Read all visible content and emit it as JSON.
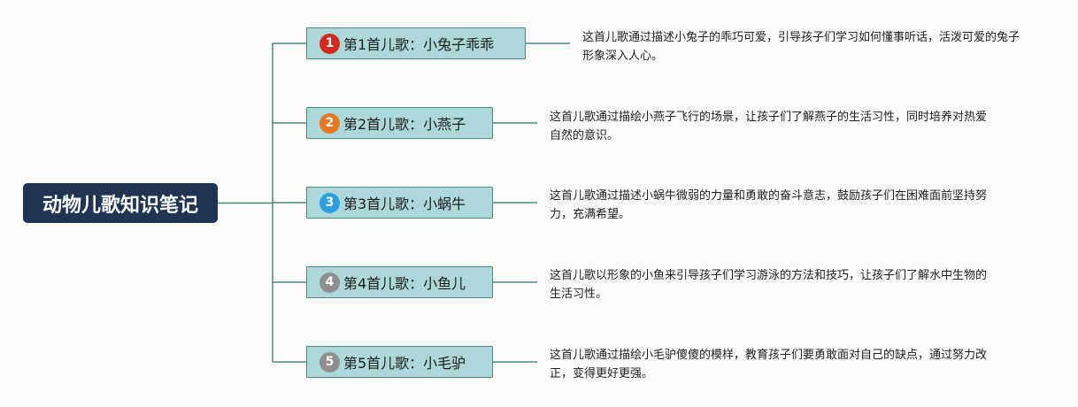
{
  "root": {
    "label": "动物儿歌知识笔记"
  },
  "branches": [
    {
      "number": "1",
      "label": "第1首儿歌：小兔子乖乖",
      "badge_color": "#d42a1e",
      "note": "这首儿歌通过描述小兔子的乖巧可爱，引导孩子们学习如何懂事听话，活泼可爱的兔子形象深入人心。"
    },
    {
      "number": "2",
      "label": "第2首儿歌：小燕子",
      "badge_color": "#e87722",
      "note": "这首儿歌通过描绘小燕子飞行的场景，让孩子们了解燕子的生活习性，同时培养对热爱自然的意识。"
    },
    {
      "number": "3",
      "label": "第3首儿歌：小蜗牛",
      "badge_color": "#2e9ee0",
      "note": "这首儿歌通过描述小蜗牛微弱的力量和勇敢的奋斗意志，鼓励孩子们在困难面前坚持努力，充满希望。"
    },
    {
      "number": "4",
      "label": "第4首儿歌：小鱼儿",
      "badge_color": "#8e8e8e",
      "note": "这首儿歌以形象的小鱼来引导孩子们学习游泳的方法和技巧，让孩子们了解水中生物的生活习性。"
    },
    {
      "number": "5",
      "label": "第5首儿歌：小毛驴",
      "badge_color": "#8e8e8e",
      "note": "这首儿歌通过描绘小毛驴傻傻的模样，教育孩子们要勇敢面对自己的缺点，通过努力改正，变得更好更强。"
    }
  ],
  "colors": {
    "root_bg": "#1f3552",
    "branch_bg": "#acd8da",
    "branch_border": "#4b8a80",
    "connector": "#4b8a80"
  }
}
